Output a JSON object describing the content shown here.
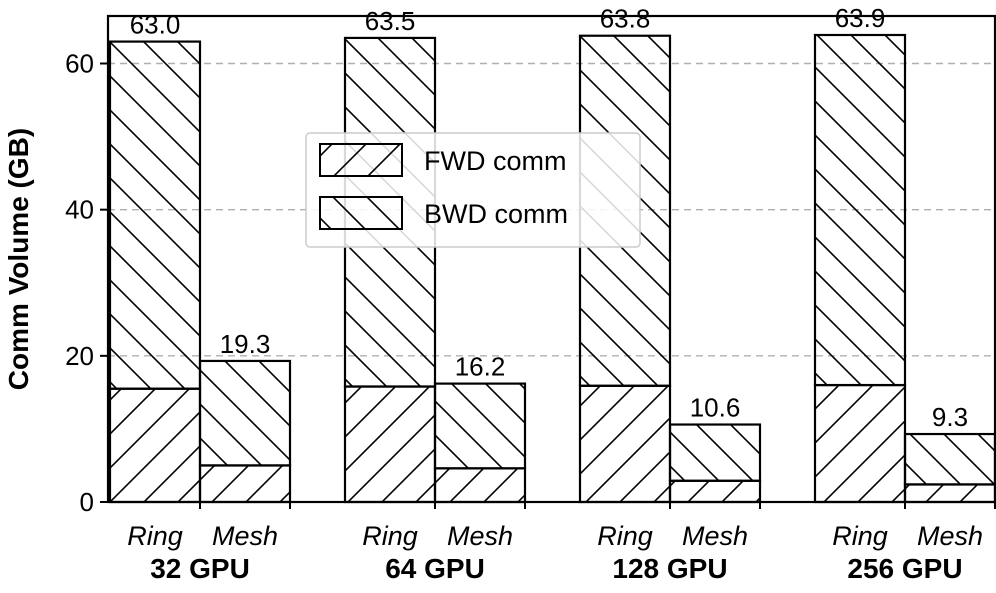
{
  "chart_data": {
    "type": "bar",
    "stacked": true,
    "ylabel": "Comm Volume (GB)",
    "xlabel": "",
    "ylim": [
      0,
      66.5
    ],
    "yticks": [
      0,
      20,
      40,
      60
    ],
    "grid": "y, dashed",
    "legend_position": "center",
    "groups": [
      "32 GPU",
      "64 GPU",
      "128 GPU",
      "256 GPU"
    ],
    "methods": [
      "Ring",
      "Mesh"
    ],
    "series": [
      {
        "name": "FWD comm",
        "hatch": "forward-diagonal",
        "values": {
          "32 GPU": {
            "Ring": 15.5,
            "Mesh": 5.0
          },
          "64 GPU": {
            "Ring": 15.8,
            "Mesh": 4.6
          },
          "128 GPU": {
            "Ring": 15.9,
            "Mesh": 2.9
          },
          "256 GPU": {
            "Ring": 16.0,
            "Mesh": 2.4
          }
        }
      },
      {
        "name": "BWD comm",
        "hatch": "back-diagonal",
        "values": {
          "32 GPU": {
            "Ring": 47.5,
            "Mesh": 14.3
          },
          "64 GPU": {
            "Ring": 47.7,
            "Mesh": 11.6
          },
          "128 GPU": {
            "Ring": 47.9,
            "Mesh": 7.7
          },
          "256 GPU": {
            "Ring": 47.9,
            "Mesh": 6.9
          }
        }
      }
    ],
    "totals": {
      "32 GPU": {
        "Ring": "63.0",
        "Mesh": "19.3"
      },
      "64 GPU": {
        "Ring": "63.5",
        "Mesh": "16.2"
      },
      "128 GPU": {
        "Ring": "63.8",
        "Mesh": "10.6"
      },
      "256 GPU": {
        "Ring": "63.9",
        "Mesh": "9.3"
      }
    }
  }
}
